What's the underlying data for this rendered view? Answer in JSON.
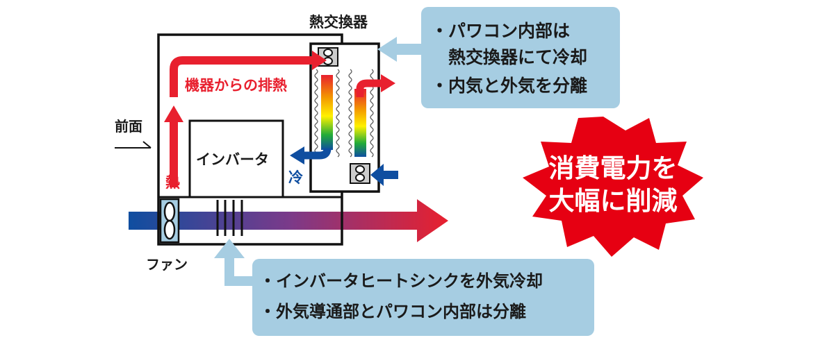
{
  "labels": {
    "heat_exchanger": "熱交換器",
    "front": "前面",
    "fan": "ファン",
    "inverter": "インバータ",
    "device_exhaust": "機器からの排熱",
    "heat": "熱",
    "cold": "冷"
  },
  "callout_top": {
    "lines": [
      "・パワコン内部は",
      "　熱交換器にて冷却",
      "・内気と外気を分離"
    ]
  },
  "callout_bottom": {
    "lines": [
      "・インバータヒートシンクを外気冷却",
      "・外気導通部とパワコン内部は分離"
    ]
  },
  "burst": {
    "lines": [
      "消費電力を",
      "大幅に削減"
    ]
  },
  "colors": {
    "hot_red": "#e8202e",
    "cold_blue": "#0f4ea0",
    "callout_blue": "#a6cde2",
    "burst_red": "#e60012"
  }
}
